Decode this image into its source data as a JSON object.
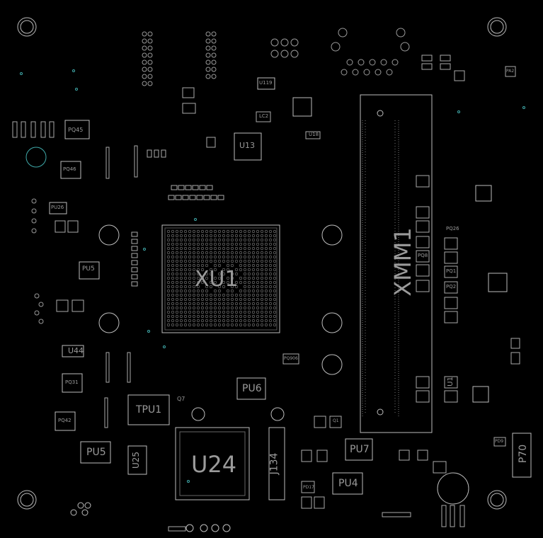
{
  "board": {
    "background": "#000000",
    "outline_color": "#bdbdbd",
    "label_color": "#9a9a9a",
    "via_color": "#3fa9a9"
  },
  "labels": {
    "xu1": "XU1",
    "xmm1": "XMM1",
    "u24": "U24",
    "tpu1": "TPU1",
    "u25": "U25",
    "j134": "J134",
    "pu5": "PU5",
    "pu6": "PU6",
    "pu7": "PU7",
    "pu4": "PU4",
    "p70": "P70",
    "u13": "U13",
    "pq45": "PQ45",
    "pq46": "PQ46",
    "u44": "U44",
    "pq31": "PQ31",
    "pq42": "PQ42",
    "pu26": "PU26",
    "u119": "U119",
    "lc2": "LC2",
    "u18": "U18",
    "pq2": "PQ2",
    "pq1": "PQ1",
    "pq8": "PQ8",
    "pq26": "PQ26",
    "pq906": "PQ906",
    "q7": "Q7",
    "pd17": "PD17",
    "q1": "Q1",
    "pa2": "PA2",
    "pd9": "PD9",
    "pu5b": "PU5",
    "u1": "U1"
  }
}
